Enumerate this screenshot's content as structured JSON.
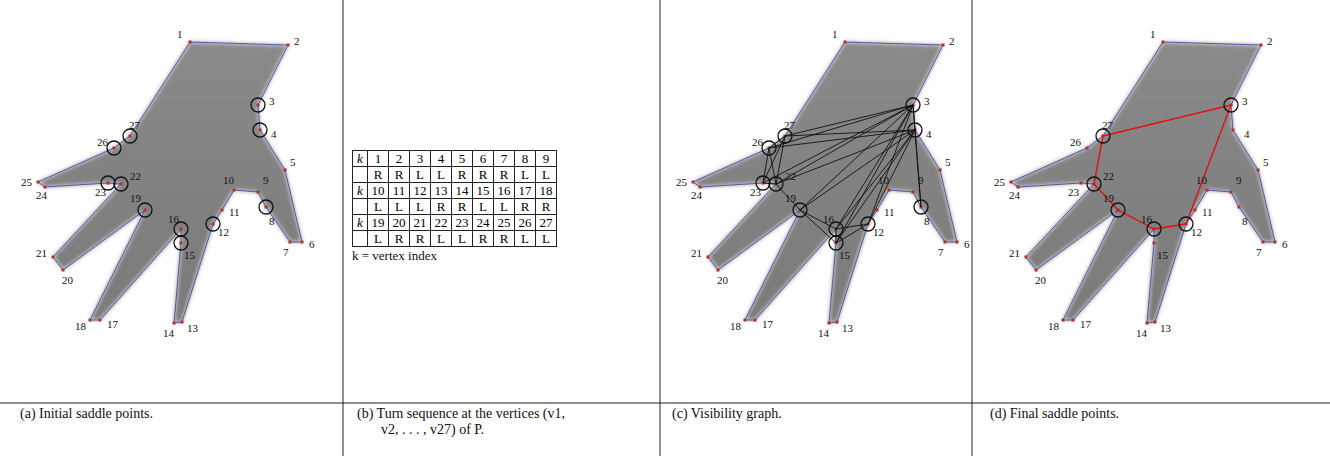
{
  "diagram": {
    "labels": [
      "1",
      "2",
      "3",
      "4",
      "5",
      "6",
      "7",
      "8",
      "9",
      "10",
      "11",
      "12",
      "13",
      "14",
      "15",
      "16",
      "17",
      "18",
      "19",
      "20",
      "21",
      "22",
      "23",
      "24",
      "25",
      "26",
      "27",
      "k",
      "1",
      "2",
      "3",
      "4",
      "5",
      "6",
      "7",
      "8",
      "9",
      "R",
      "R",
      "L",
      "L",
      "R",
      "R",
      "R",
      "L",
      "L",
      "k",
      "10",
      "11",
      "12",
      "13",
      "14",
      "15",
      "16",
      "17",
      "18",
      "L",
      "L",
      "L",
      "R",
      "R",
      "L",
      "L",
      "R",
      "R",
      "k",
      "19",
      "20",
      "21",
      "22",
      "23",
      "24",
      "25",
      "26",
      "27",
      "L",
      "R",
      "R",
      "L",
      "L",
      "R",
      "R",
      "L",
      "L",
      "k = vertex index",
      "1",
      "2",
      "3",
      "4",
      "5",
      "6",
      "7",
      "8",
      "9",
      "10",
      "11",
      "12",
      "13",
      "14",
      "15",
      "16",
      "17",
      "18",
      "19",
      "20",
      "21",
      "22",
      "23",
      "24",
      "25",
      "26",
      "27",
      "1",
      "2",
      "3",
      "4",
      "5",
      "6",
      "7",
      "8",
      "9",
      "10",
      "11",
      "12",
      "13",
      "14",
      "15",
      "16",
      "17",
      "18",
      "19",
      "20",
      "21",
      "22",
      "23",
      "24",
      "25",
      "26",
      "27",
      "(a) Initial saddle points.",
      "(b) Turn sequence at the vertices (v1, v2, . . . , v27) of P.",
      "(c) Visibility graph.",
      "(d) Final saddle points."
    ]
  }
}
